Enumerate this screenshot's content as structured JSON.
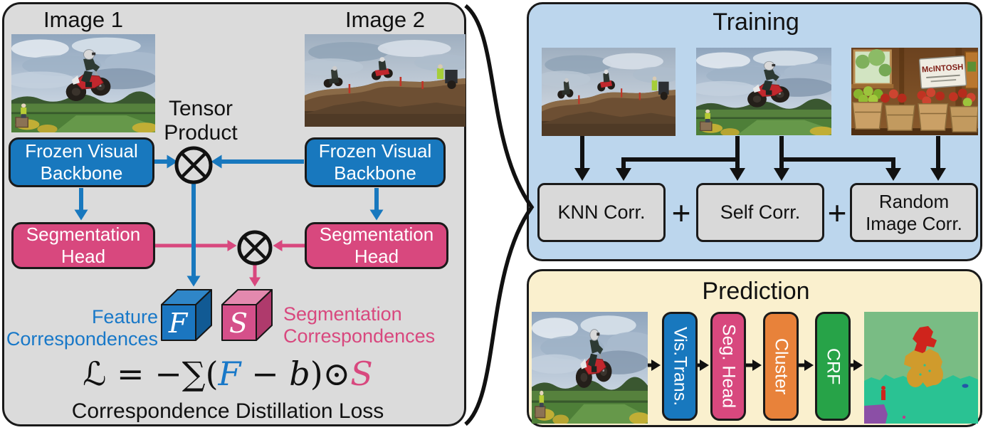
{
  "left_panel": {
    "image1_label": "Image 1",
    "image2_label": "Image 2",
    "tensor_product_line1": "Tensor",
    "tensor_product_line2": "Product",
    "tensor_operator": "⊗",
    "frozen_backbone_label": "Frozen Visual Backbone",
    "segmentation_head_label": "Segmentation Head",
    "feature_corr_line1": "Feature",
    "feature_corr_line2": "Correspondences",
    "seg_corr_line1": "Segmentation",
    "seg_corr_line2": "Correspondences",
    "cube_f_label": "F",
    "cube_s_label": "S",
    "formula": {
      "prefix": "ℒ = −∑(",
      "f": "F",
      "minus": " − ",
      "b": "b",
      "suffix": ")⊙",
      "s": "S"
    },
    "loss_caption": "Correspondence Distillation Loss"
  },
  "training_panel": {
    "title": "Training",
    "knn_box_label": "KNN Corr.",
    "self_box_label": "Self Corr.",
    "random_box_line1": "Random",
    "random_box_line2": "Image Corr.",
    "plus_sign": "+",
    "apples_sign_text": "McINTOSH"
  },
  "prediction_panel": {
    "title": "Prediction",
    "pipeline": {
      "vis_trans_label": "Vis.Trans.",
      "seg_head_label": "Seg. Head",
      "cluster_label": "Cluster",
      "crf_label": "CRF"
    }
  },
  "colors": {
    "backbone_blue": "#1878BE",
    "segmentation_pink": "#D8487E",
    "cluster_orange": "#E8823A",
    "crf_green": "#27A348",
    "training_bg": "#BCD6ED",
    "prediction_bg": "#FAF0CE",
    "left_panel_bg": "#DBDBDB",
    "corr_box_gray": "#D9D9D9",
    "outline_black": "#1A1A1A"
  }
}
